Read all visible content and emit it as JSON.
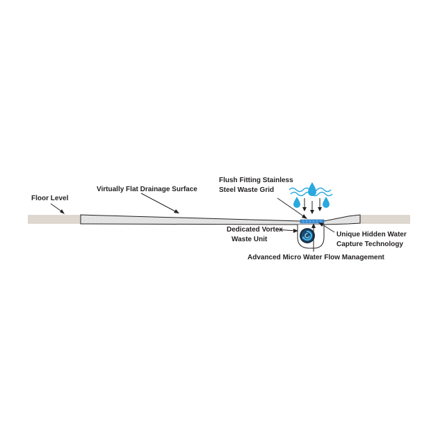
{
  "labels": {
    "floor_level": "Floor Level",
    "drainage_surface": "Virtually Flat Drainage Surface",
    "waste_grid_line1": "Flush Fitting Stainless",
    "waste_grid_line2": "Steel Waste Grid",
    "vortex_line1": "Dedicated Vortex",
    "vortex_line2": "Waste Unit",
    "capture_line1": "Unique Hidden Water",
    "capture_line2": "Capture Technology",
    "micro_flow": "Advanced Micro Water Flow Management"
  },
  "colors": {
    "floor": "#ddd6cf",
    "tray": "#e6e6e6",
    "outline": "#231f20",
    "water_blue": "#29a9e0",
    "grid_blue": "#3a8fd9",
    "vortex_dark": "#17324a"
  },
  "icons": [
    "water-wave-icon",
    "water-drop-icon",
    "down-arrow-icon",
    "vortex-icon"
  ]
}
